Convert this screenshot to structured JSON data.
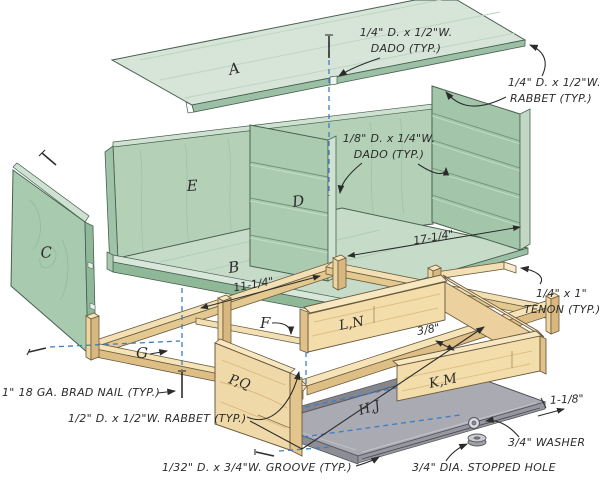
{
  "diagram": {
    "kind": "exploded-woodworking-assembly",
    "labels": {
      "a": "A",
      "b": "B",
      "c": "C",
      "d": "D",
      "e": "E",
      "f": "F",
      "g": "G",
      "ln": "L,N",
      "pq": "P,Q",
      "km": "K,M",
      "hj": "H,J"
    },
    "ann": {
      "dado_top1": "1/4\" D. x 1/2\"W.",
      "dado_top2": "DADO (TYP.)",
      "rabbet_top1": "1/4\" D. x 1/2\"W.",
      "rabbet_top2": "RABBET (TYP.)",
      "dado_mid1": "1/8\" D. x 1/4\"W.",
      "dado_mid2": "DADO (TYP.)",
      "tenon1": "1/4\" x 1\"",
      "tenon2": "TENON (TYP.)",
      "brad": "1\" 18 GA. BRAD NAIL (TYP.)",
      "rabbet_bot": "1/2\" D. x 1/2\"W. RABBET (TYP.)",
      "groove": "1/32\" D. x 3/4\"W. GROOVE (TYP.)",
      "washer": "3/4\" WASHER",
      "hole": "3/4\" DIA. STOPPED HOLE"
    },
    "dims": {
      "d17": "17-1/4\"",
      "d11": "11-1/4\"",
      "d38": "3/8\"",
      "d118": "1-1/8\""
    },
    "colors": {
      "panel_green": "#b4d1b8",
      "panel_green_light": "#d6e5d8",
      "panel_green_dark": "#8fb899",
      "wood_tan": "#f2ddab",
      "wood_tan_dark": "#dfc189",
      "gray_panel": "#a9aab2",
      "dashed_blue": "#3d7ec2",
      "ink": "#2b2b2b"
    }
  }
}
